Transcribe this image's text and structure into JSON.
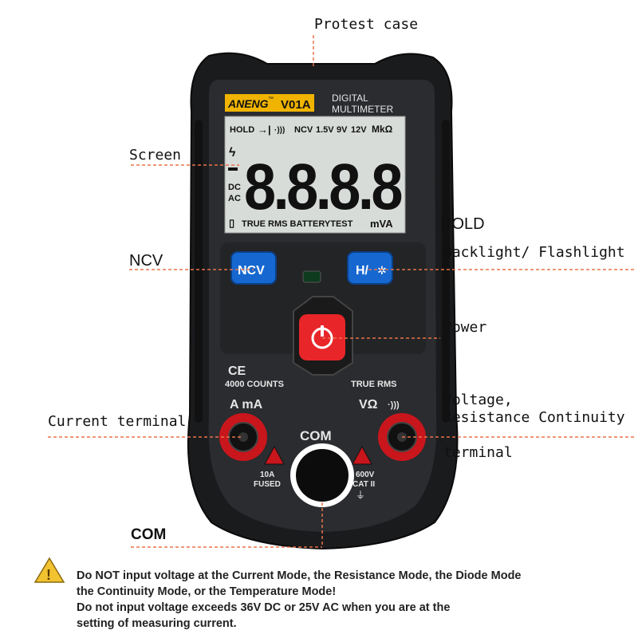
{
  "callouts": {
    "protest_case": "Protest case",
    "screen": "Screen",
    "hold": "HOLD",
    "ncv": "NCV",
    "backlight": "Backlight/ Flashlight",
    "power": "Power",
    "voltage_line1": "Voltage,",
    "voltage_line2": "Resistance Continuity",
    "voltage_line3": "terminal",
    "current_terminal": "Current terminal",
    "com": "COM"
  },
  "device": {
    "brand": "ANENG",
    "brand_tm": "™",
    "model": "V01A",
    "name_line1": "DIGITAL",
    "name_line2": "MULTIMETER",
    "lcd_top": {
      "hold": "HOLD",
      "ncv": "NCV",
      "v15": "1.5V",
      "v9": "9V",
      "v12": "12V",
      "mk_ohm": "MkΩ"
    },
    "lcd_left": {
      "dc": "DC",
      "ac": "AC"
    },
    "lcd_digits": "8.8.8.8",
    "lcd_bottom": "TRUE RMS BATTERYTEST",
    "lcd_units": "mVA",
    "ncv_button": "NCV",
    "hold_button": "H/",
    "ce_mark": "CE",
    "counts": "4000 COUNTS",
    "true_rms": "TRUE RMS",
    "left_port": "A mA",
    "right_port": "VΩ",
    "com_label": "COM",
    "fuse_line1": "10A",
    "fuse_line2": "FUSED",
    "cat_line1": "600V",
    "cat_line2": "CAT II"
  },
  "warning": {
    "line1": "Do NOT input voltage at the Current Mode, the Resistance Mode, the Diode Mode",
    "line2": "the Continuity Mode, or the Temperature Mode!",
    "line3": "Do not input voltage exceeds 36V DC or 25V AC when you are at the",
    "line4": "setting of measuring  current."
  },
  "colors": {
    "case": "#2a2c2f",
    "case_edge": "#141516",
    "lcd": "#d8dcd8",
    "brand_bg": "#f0b400",
    "button_blue": "#1668d0",
    "power_red": "#e8262a",
    "terminal_red": "#c8161c",
    "leader": "#e8734a",
    "warn_yellow": "#f2c230"
  }
}
